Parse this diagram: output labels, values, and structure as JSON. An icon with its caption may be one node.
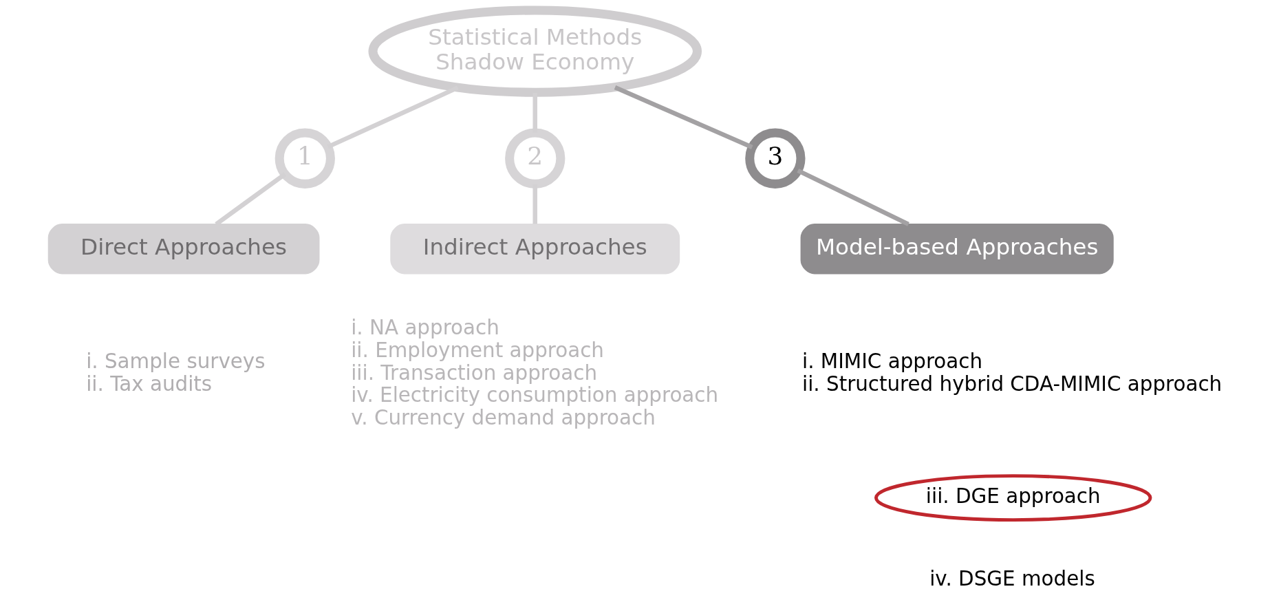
{
  "diagram": {
    "nodes": [
      {
        "text": [
          "Statistical Methods",
          "Shadow Economy"
        ]
      },
      {
        "text": [
          "1"
        ]
      },
      {
        "text": [
          "2"
        ]
      },
      {
        "text": [
          "3"
        ]
      },
      {
        "text": [
          "Direct Approaches"
        ],
        "beside": [
          "i. Sample surveys",
          "ii. Tax audits"
        ]
      },
      {
        "text": [
          "Indirect Approaches"
        ],
        "beside": [
          "i. NA approach",
          "ii. Employment approach",
          "iii. Transaction approach",
          "iv. Electricity consumption approach",
          "v. Currency demand approach"
        ]
      },
      {
        "text": [
          "Model-based Approaches"
        ],
        "beside": [
          "i. MIMIC approach",
          "ii. Structured hybrid CDA-MIMIC approach"
        ]
      },
      {
        "text": [
          "iii. DGE approach"
        ]
      }
    ],
    "edges": [
      {
        "from": 0,
        "to": 1,
        "arrow": "none"
      },
      {
        "from": 0,
        "to": 2,
        "arrow": "none"
      },
      {
        "from": 0,
        "to": 3,
        "arrow": "none",
        "color": "#a3a1a3"
      },
      {
        "from": 1,
        "to": 4,
        "arrow": "none"
      },
      {
        "from": 2,
        "to": 5,
        "arrow": "none"
      },
      {
        "from": 3,
        "to": 6,
        "arrow": "none",
        "color": "#a3a1a3"
      }
    ],
    "labels": [
      "iv. DSGE models"
    ]
  }
}
